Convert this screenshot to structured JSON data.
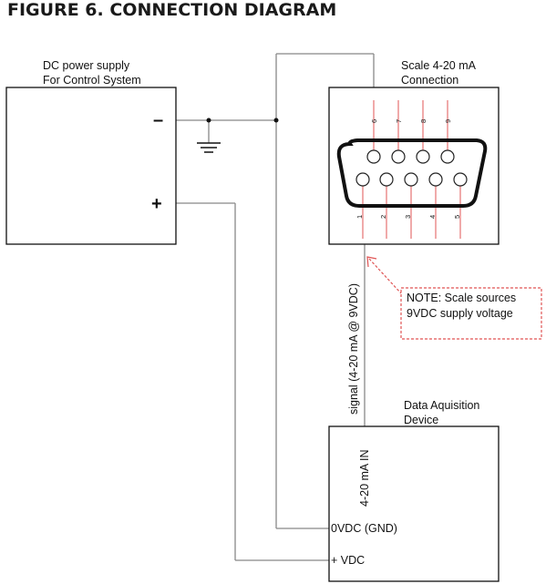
{
  "title": "FIGURE 6. CONNECTION DIAGRAM",
  "power_supply": {
    "line1": "DC power supply",
    "line2": "For Control System",
    "minus": "–",
    "plus": "+"
  },
  "scale": {
    "line1": "Scale 4-20 mA",
    "line2": "Connection",
    "top_pins": [
      "6",
      "7",
      "8",
      "9"
    ],
    "bottom_pins": [
      "1",
      "2",
      "3",
      "4",
      "5"
    ]
  },
  "signal_label": "signal (4-20 mA @ 9VDC)",
  "note": {
    "line1": "NOTE: Scale sources",
    "line2": "9VDC supply voltage"
  },
  "daq": {
    "line1": "Data Aquisition",
    "line2": "Device",
    "input_label": "4-20 mA IN",
    "gnd_label": "0VDC (GND)",
    "vdc_label": "+ VDC"
  },
  "colors": {
    "wire": "#888888",
    "note_border": "#e05555",
    "box": "#111111"
  }
}
